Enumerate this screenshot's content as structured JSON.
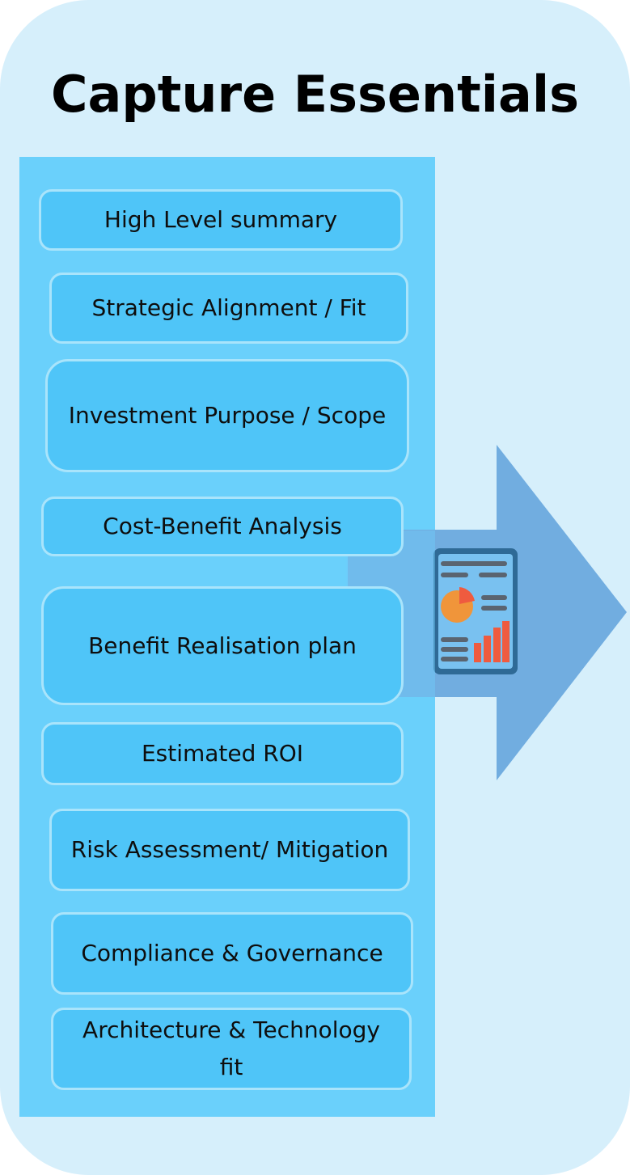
{
  "title": "Capture Essentials",
  "items": [
    {
      "label": "High Level summary"
    },
    {
      "label": "Strategic Alignment / Fit"
    },
    {
      "label": "Investment Purpose / Scope"
    },
    {
      "label": "Cost-Benefit Analysis"
    },
    {
      "label": "Benefit Realisation plan"
    },
    {
      "label": "Estimated ROI"
    },
    {
      "label": "Risk Assessment/ Mitigation"
    },
    {
      "label": "Compliance & Governance"
    },
    {
      "label": "Architecture & Technology fit"
    }
  ],
  "colors": {
    "card_background": "#d6effb",
    "column_background": "#6ad0fb",
    "item_fill": "#4fc5f8",
    "item_border": "#a9e4fb",
    "arrow_fill": "#71ade0",
    "report_frame": "#2f6a96",
    "report_screen": "#79c1f0",
    "chart_orange": "#f0953a",
    "chart_red": "#ef5b3f",
    "report_lines": "#5a6470"
  },
  "icons": {
    "arrow": "right-arrow-icon",
    "report": "report-document-icon"
  }
}
